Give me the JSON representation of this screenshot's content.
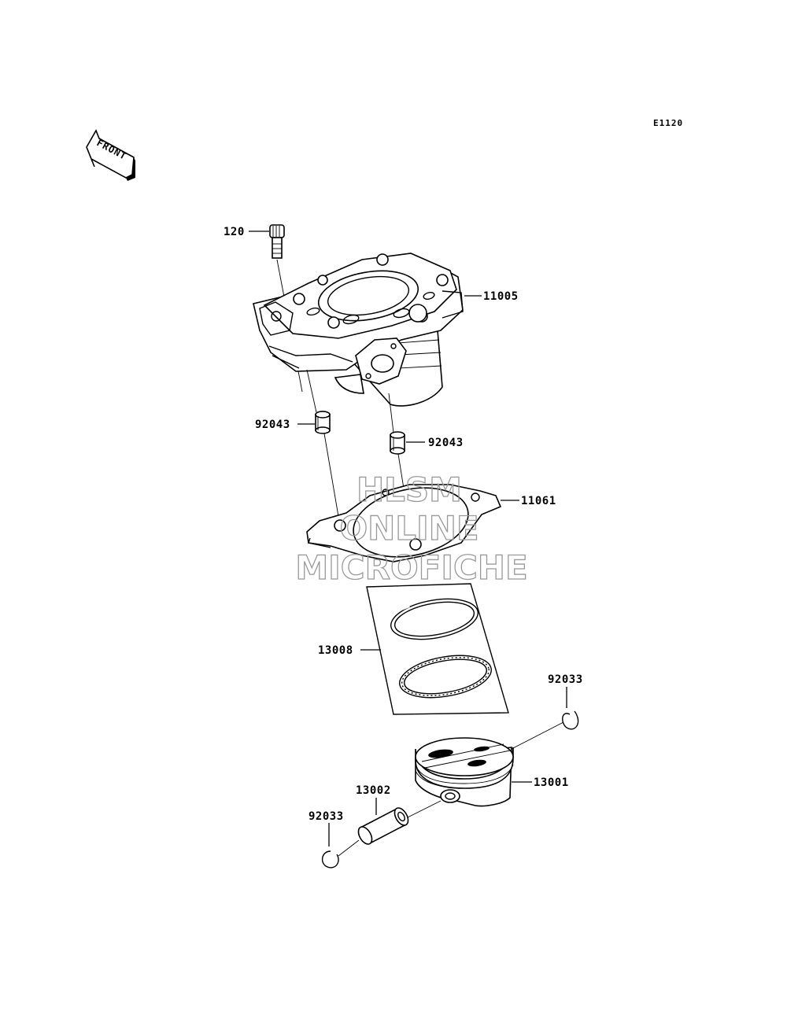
{
  "diagram_code": "E1120",
  "front_label": "FRONT",
  "watermark": [
    "HLSM",
    "ONLINE",
    "MICROFICHE"
  ],
  "parts": {
    "bolt": "120",
    "cylinder": "11005",
    "dowel_left": "92043",
    "dowel_right": "92043",
    "gasket": "11061",
    "ring_set": "13008",
    "circlip_right": "92033",
    "piston": "13001",
    "piston_pin": "13002",
    "circlip_left": "92033"
  }
}
